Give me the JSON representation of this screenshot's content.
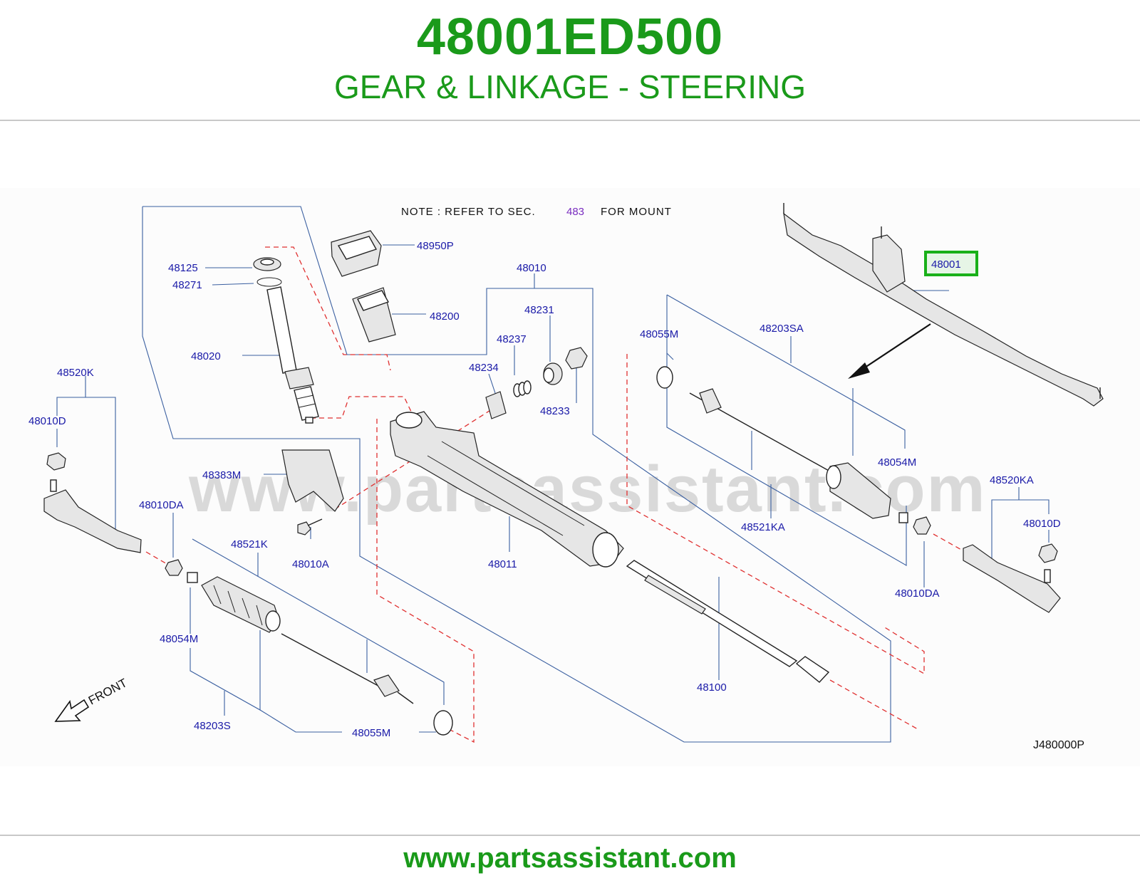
{
  "header": {
    "part_number": "48001ED500",
    "subtitle": "GEAR & LINKAGE - STEERING"
  },
  "diagram": {
    "note": {
      "prefix": "NOTE : REFER TO SEC.",
      "section": "483",
      "suffix": "FOR MOUNT"
    },
    "highlighted_callout": "48001",
    "highlight_color": "#19b019",
    "watermark": "www.partsassistant.com",
    "direction_label": "FRONT",
    "diagram_code": "J480000P",
    "callouts": {
      "c48125": "48125",
      "c48271": "48271",
      "c48020": "48020",
      "c48950P": "48950P",
      "c48200": "48200",
      "c48010": "48010",
      "c48231": "48231",
      "c48237": "48237",
      "c48234": "48234",
      "c48233": "48233",
      "c48055M_right": "48055M",
      "c48203SA": "48203SA",
      "c48520K": "48520K",
      "c48010D_left": "48010D",
      "c48383M": "48383M",
      "c48010DA_left": "48010DA",
      "c48010A": "48010A",
      "c48011": "48011",
      "c48521K": "48521K",
      "c48054M_left": "48054M",
      "c48203S": "48203S",
      "c48055M_left": "48055M",
      "c48100": "48100",
      "c48054M_right": "48054M",
      "c48521KA": "48521KA",
      "c48520KA": "48520KA",
      "c48010D_right": "48010D",
      "c48010DA_right": "48010DA"
    }
  },
  "footer": {
    "url": "www.partsassistant.com"
  }
}
